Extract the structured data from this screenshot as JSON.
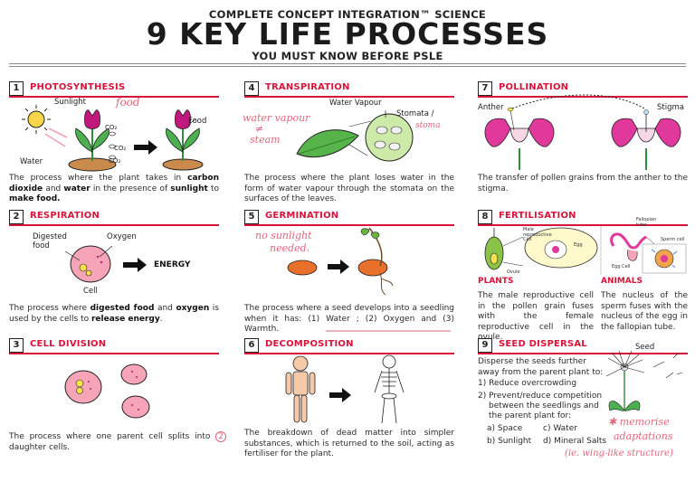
{
  "header": {
    "super_title": "COMPLETE CONCEPT INTEGRATION™ SCIENCE",
    "title": "9 KEY LIFE PROCESSES",
    "subtitle": "YOU MUST KNOW BEFORE PSLE"
  },
  "sections": {
    "s1": {
      "number": "1",
      "title": "PHOTOSYNTHESIS",
      "labels": {
        "sunlight": "Sunlight",
        "water": "Water",
        "co2a": "CO₂",
        "co2b": "CO₂",
        "co2c": "CO₂",
        "food": "Food"
      },
      "handwriting": {
        "food": "food"
      },
      "desc": {
        "p1": "The process where the plant takes in ",
        "b1": "carbon dioxide",
        "p2": " and ",
        "b2": "water",
        "p3": " in the presence of ",
        "b3": "sunlight",
        "p4": " to ",
        "b4": "make food."
      }
    },
    "s2": {
      "number": "2",
      "title": "RESPIRATION",
      "labels": {
        "digested_food": "Digested food",
        "oxygen": "Oxygen",
        "cell": "Cell",
        "energy": "ENERGY"
      },
      "desc": {
        "p1": "The process where ",
        "b1": "digested food",
        "p2": " and ",
        "b2": "oxygen",
        "p3": " is used by the cells to ",
        "b3": "release energy",
        "p4": "."
      }
    },
    "s3": {
      "number": "3",
      "title": "CELL DIVISION",
      "desc": {
        "p1": "The process where one parent cell splits into ",
        "n": "2",
        "p2": " daughter cells."
      }
    },
    "s4": {
      "number": "4",
      "title": "TRANSPIRATION",
      "labels": {
        "water_vapour": "Water Vapour",
        "stomata": "Stomata /"
      },
      "handwriting": {
        "a": "water vapour",
        "b": "≠",
        "c": "steam",
        "d": "stoma"
      },
      "desc": "The process where the plant loses water in the form of water vapour through the stomata on the surfaces of the leaves."
    },
    "s5": {
      "number": "5",
      "title": "GERMINATION",
      "handwriting": {
        "a": "no sunlight",
        "b": "needed."
      },
      "desc": "The process where a seed develops into a seedling when it has: (1) Water ; (2) Oxygen and (3) Warmth."
    },
    "s6": {
      "number": "6",
      "title": "DECOMPOSITION",
      "desc": "The breakdown of dead matter into simpler substances, which is returned to the soil, acting as fertiliser for the plant."
    },
    "s7": {
      "number": "7",
      "title": "POLLINATION",
      "labels": {
        "anther": "Anther",
        "stigma": "Stigma"
      },
      "desc": "The transfer of pollen grains from the anther to the stigma."
    },
    "s8": {
      "number": "8",
      "title": "FERTILISATION",
      "labels": {
        "male_cell": "Male reproductive Cell",
        "egg": "Egg",
        "ovule": "Ovule",
        "fallopian": "Fallopian tube",
        "sperm": "Sperm cell",
        "egg_cell": "Egg Cell"
      },
      "plants": {
        "heading": "PLANTS",
        "desc": "The male reproductive cell in the pollen grain fuses with the female reproductive cell in the ovule."
      },
      "animals": {
        "heading": "ANIMALS",
        "desc": "The nucleus of the sperm fuses with the nucleus of the egg in the fallopian tube."
      }
    },
    "s9": {
      "number": "9",
      "title": "SEED DISPERSAL",
      "labels": {
        "seed": "Seed"
      },
      "list": {
        "intro": "Disperse the seeds further away from the parent plant to:",
        "i1": "1) Reduce overcrowding",
        "i2a": "2) Prevent/reduce competition",
        "i2b": "between the seedlings and",
        "i2c": "the parent plant for:",
        "a": "a) Space",
        "c": "c) Water",
        "b": "b) Sunlight",
        "d": "d) Mineral Salts"
      },
      "handwriting": {
        "a": "✱ memorise",
        "b": "adaptations",
        "c": "(ie. wing-like structure)"
      }
    }
  },
  "colors": {
    "accent": "#d8143a",
    "handwriting": "#e2677c",
    "petal": "#e0389b",
    "cell": "#f6a5b8",
    "seed": "#e8702a"
  }
}
